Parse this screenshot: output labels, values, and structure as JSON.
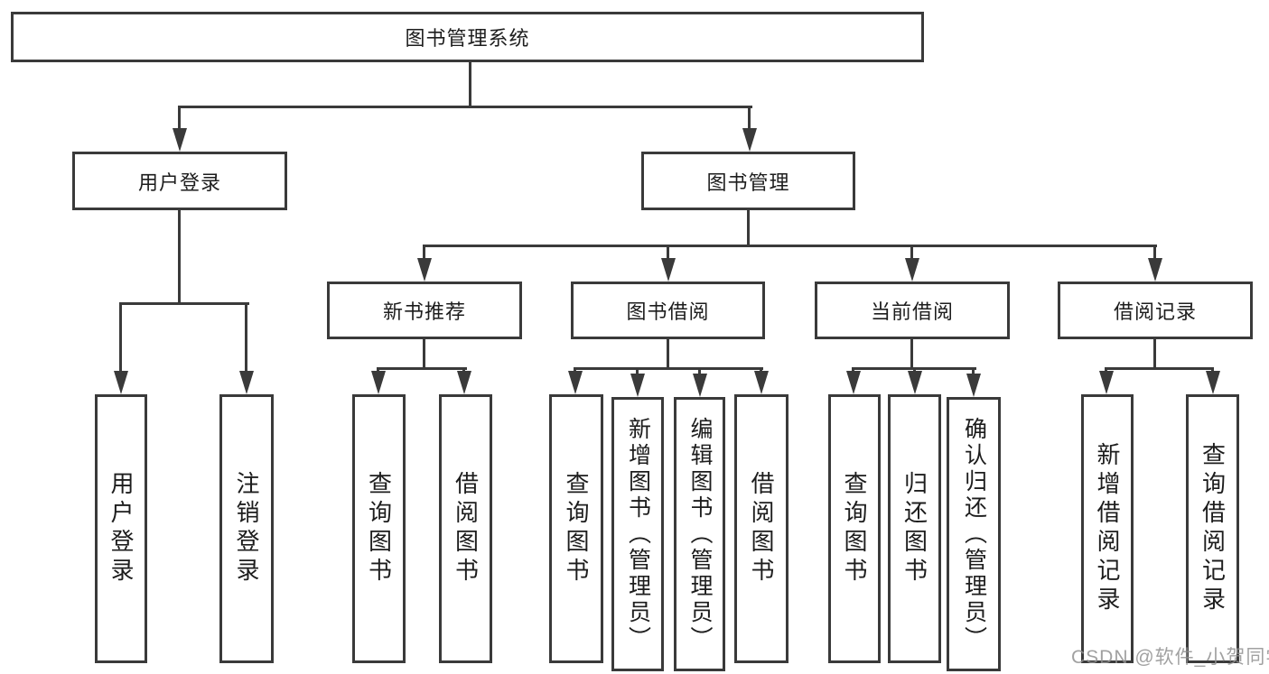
{
  "colors": {
    "line": "#3a3a3a",
    "text": "#1d1d1d",
    "box_background": "#ffffff",
    "page_background": "#ffffff",
    "watermark": "#919191"
  },
  "nodes": {
    "root": {
      "label": "图书管理系统"
    },
    "level1": [
      {
        "label": "用户登录"
      },
      {
        "label": "图书管理"
      }
    ],
    "level2": [
      {
        "label": "新书推荐",
        "parent": "图书管理"
      },
      {
        "label": "图书借阅",
        "parent": "图书管理"
      },
      {
        "label": "当前借阅",
        "parent": "图书管理"
      },
      {
        "label": "借阅记录",
        "parent": "图书管理"
      }
    ],
    "leaves": [
      {
        "label": "用户登录",
        "parent": "用户登录"
      },
      {
        "label": "注销登录",
        "parent": "用户登录"
      },
      {
        "label": "查询图书",
        "parent": "新书推荐"
      },
      {
        "label": "借阅图书",
        "parent": "新书推荐"
      },
      {
        "label": "查询图书",
        "parent": "图书借阅"
      },
      {
        "label": "新增图书（管理员）",
        "parent": "图书借阅"
      },
      {
        "label": "编辑图书（管理员）",
        "parent": "图书借阅"
      },
      {
        "label": "借阅图书",
        "parent": "图书借阅"
      },
      {
        "label": "查询图书",
        "parent": "当前借阅"
      },
      {
        "label": "归还图书",
        "parent": "当前借阅"
      },
      {
        "label": "确认归还（管理员）",
        "parent": "当前借阅"
      },
      {
        "label": "新增借阅记录",
        "parent": "借阅记录"
      },
      {
        "label": "查询借阅记录",
        "parent": "借阅记录"
      }
    ]
  },
  "watermark": {
    "text": "CSDN @软件_小贺同学"
  }
}
